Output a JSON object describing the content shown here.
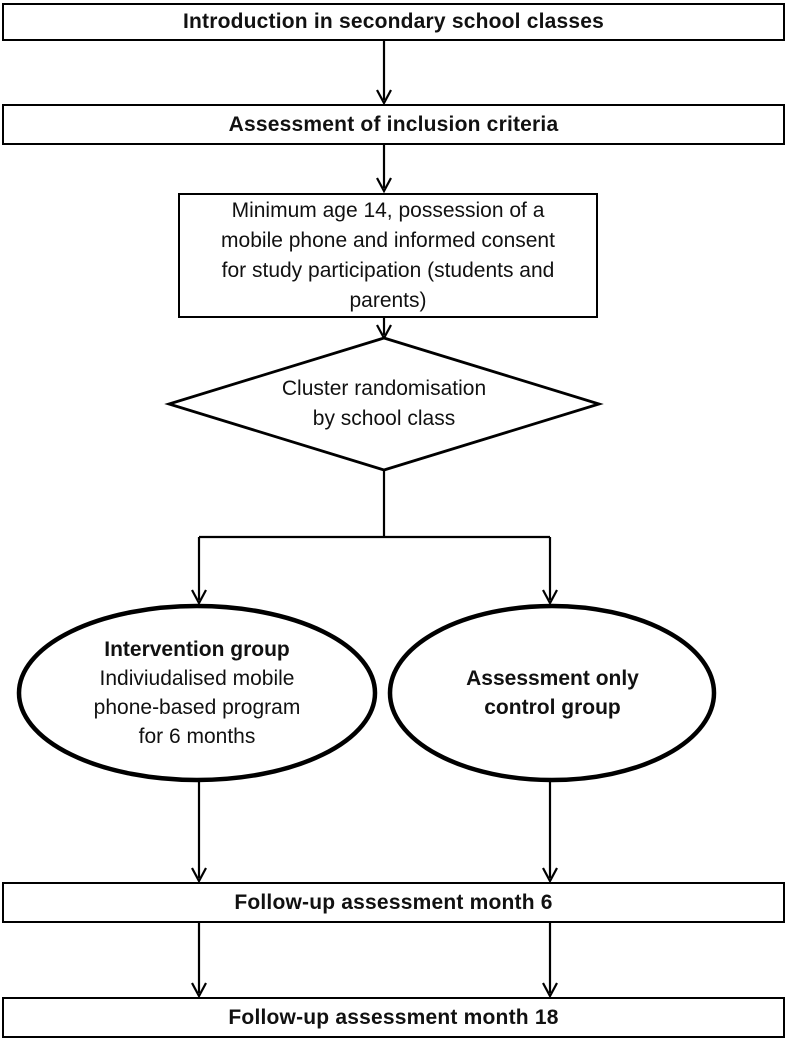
{
  "flowchart": {
    "colors": {
      "background": "#ffffff",
      "stroke": "#000000",
      "text": "#111111"
    },
    "nodes": {
      "intro": {
        "label": "Introduction in secondary school classes"
      },
      "inclusion_criteria": {
        "label": "Assessment of inclusion criteria"
      },
      "eligibility": {
        "lines": [
          "Minimum age 14, possession of a",
          "mobile phone and informed consent",
          "for study participation (students and",
          "parents)"
        ]
      },
      "randomisation": {
        "lines": [
          "Cluster randomisation",
          "by school class"
        ]
      },
      "intervention_group": {
        "title": "Intervention group",
        "lines": [
          "Indiviudalised mobile",
          "phone-based program",
          "for 6 months"
        ]
      },
      "control_group": {
        "lines": [
          "Assessment only",
          "control group"
        ]
      },
      "followup_month6": {
        "label": "Follow-up assessment month 6"
      },
      "followup_month18": {
        "label": "Follow-up assessment month 18"
      }
    }
  }
}
